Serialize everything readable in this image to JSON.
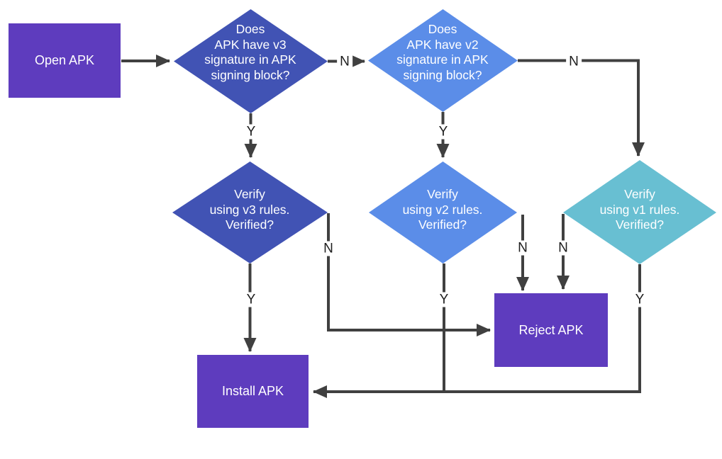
{
  "colors": {
    "purple": "#5E3CBE",
    "indigo": "#4153B4",
    "blue": "#5B8DE8",
    "teal": "#68BFD2",
    "arrow": "#404040",
    "edge_label": "#1D1D1D",
    "node_text": "#FFFFFF",
    "background": "#FFFFFF"
  },
  "nodes": {
    "open_apk": {
      "type": "process",
      "label": "Open APK"
    },
    "check_v3": {
      "type": "decision",
      "label": "Does\nAPK have v3\nsignature in APK\nsigning block?"
    },
    "check_v2": {
      "type": "decision",
      "label": "Does\nAPK have v2\nsignature in APK\nsigning block?"
    },
    "verify_v3": {
      "type": "decision",
      "label": "Verify\nusing v3 rules.\nVerified?"
    },
    "verify_v2": {
      "type": "decision",
      "label": "Verify\nusing v2 rules.\nVerified?"
    },
    "verify_v1": {
      "type": "decision",
      "label": "Verify\nusing v1 rules.\nVerified?"
    },
    "reject_apk": {
      "type": "process",
      "label": "Reject APK"
    },
    "install_apk": {
      "type": "process",
      "label": "Install APK"
    }
  },
  "edge_labels": {
    "check_v3_no": "N",
    "check_v3_yes": "Y",
    "check_v2_no": "N",
    "check_v2_yes": "Y",
    "verify_v3_no": "N",
    "verify_v3_yes": "Y",
    "verify_v2_no": "N",
    "verify_v2_yes": "Y",
    "verify_v1_no": "N",
    "verify_v1_yes": "Y"
  }
}
